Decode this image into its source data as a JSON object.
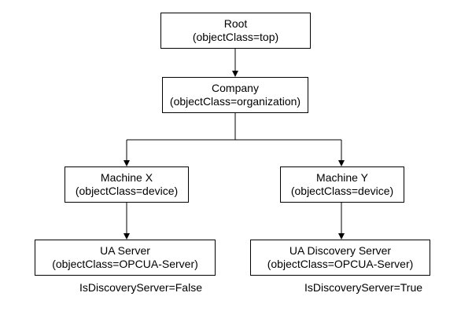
{
  "diagram": {
    "nodes": {
      "root": {
        "title": "Root",
        "object_class": "(objectClass=top)"
      },
      "company": {
        "title": "Company",
        "object_class": "(objectClass=organization)"
      },
      "machine_x": {
        "title": "Machine X",
        "object_class": "(objectClass=device)"
      },
      "machine_y": {
        "title": "Machine Y",
        "object_class": "(objectClass=device)"
      },
      "ua_server": {
        "title": "UA Server",
        "object_class": "(objectClass=OPCUA-Server)",
        "note": "IsDiscoveryServer=False"
      },
      "ua_discovery_server": {
        "title": "UA Discovery Server",
        "object_class": "(objectClass=OPCUA-Server)",
        "note": "IsDiscoveryServer=True"
      }
    },
    "edges": [
      {
        "from": "Root",
        "to": "Company"
      },
      {
        "from": "Company",
        "to": "Machine X"
      },
      {
        "from": "Company",
        "to": "Machine Y"
      },
      {
        "from": "Machine X",
        "to": "UA Server"
      },
      {
        "from": "Machine Y",
        "to": "UA Discovery Server"
      }
    ],
    "colors": {
      "line": "#000000",
      "box_border": "#000000",
      "background": "#ffffff",
      "text": "#000000"
    }
  }
}
